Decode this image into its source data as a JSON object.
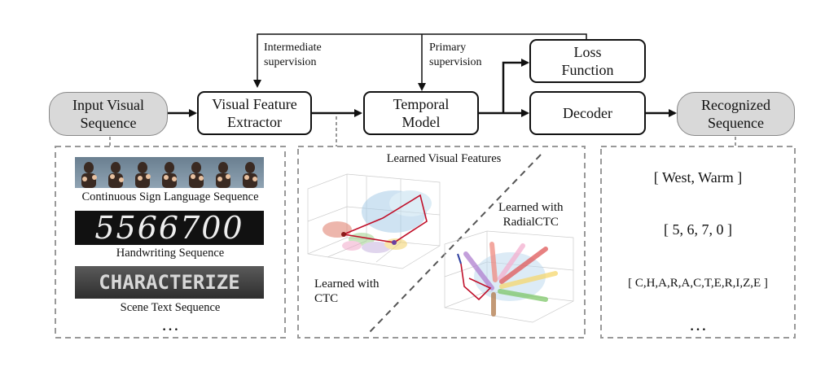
{
  "flow": {
    "input": "Input Visual\nSequence",
    "extractor": "Visual  Feature\nExtractor",
    "temporal": "Temporal\nModel",
    "loss": "Loss\nFunction",
    "decoder": "Decoder",
    "output": "Recognized\nSequence",
    "intermediate_label": "Intermediate\nsupervision",
    "primary_label": "Primary\nsupervision"
  },
  "inputs": {
    "sign_caption": "Continuous Sign Language Sequence",
    "handwriting_digits": "5566700",
    "handwriting_caption": "Handwriting Sequence",
    "scene_text": "CHARACTERIZE",
    "scene_caption": "Scene Text Sequence",
    "ellipsis": "…"
  },
  "features": {
    "title": "Learned Visual Features",
    "ctc_label": "Learned with\nCTC",
    "radial_label": "Learned with\nRadialCTC"
  },
  "outputs": {
    "words": "[ West, Warm ]",
    "digits": "[ 5, 6, 7, 0 ]",
    "chars": "[ C,H,A,R,A,C,T,E,R,I,Z,E ]",
    "ellipsis": "…"
  }
}
